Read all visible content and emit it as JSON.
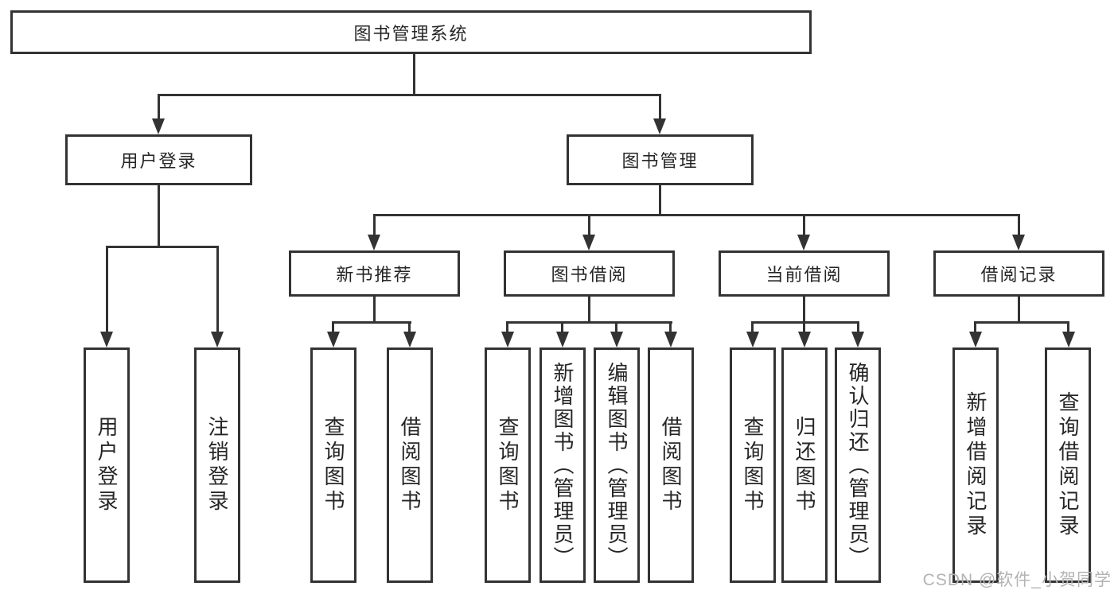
{
  "diagram": {
    "title": "图书管理系统",
    "root": {
      "label": "图书管理系统"
    },
    "level2": {
      "user_login": {
        "label": "用户登录"
      },
      "book_mgmt": {
        "label": "图书管理"
      }
    },
    "level3": {
      "new_book": {
        "label": "新书推荐"
      },
      "book_borrow": {
        "label": "图书借阅"
      },
      "current_borrow": {
        "label": "当前借阅"
      },
      "borrow_record": {
        "label": "借阅记录"
      }
    },
    "leaves": {
      "user_login": [
        "用户登录",
        "注销登录"
      ],
      "new_book": [
        "查询图书",
        "借阅图书"
      ],
      "book_borrow": [
        "查询图书",
        "新增图书（管理员）",
        "编辑图书（管理员）",
        "借阅图书"
      ],
      "current_borrow": [
        "查询图书",
        "归还图书",
        "确认归还（管理员）"
      ],
      "borrow_record": [
        "新增借阅记录",
        "查询借阅记录"
      ]
    }
  },
  "watermark": {
    "text": "CSDN @软件_小贺同学"
  },
  "colors": {
    "line": "#333333",
    "text": "#262626",
    "background": "#ffffff",
    "watermark": "#b3b3b3"
  }
}
